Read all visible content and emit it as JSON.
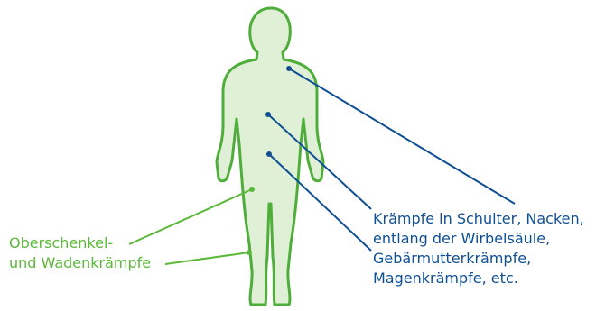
{
  "colors": {
    "figure_fill": "#dff0d6",
    "figure_outline": "#4fae3a",
    "accent_green": "#5cb83a",
    "accent_blue": "#0f4f93"
  },
  "labels": {
    "legs": {
      "line1": "Oberschenkel-",
      "line2": "und Wadenkrämpfe"
    },
    "torso": {
      "line1": "Krämpfe in Schulter, Nacken,",
      "line2": "entlang der Wirbelsäule,",
      "line3": "Gebärmutterkrämpfe,",
      "line4": "Magenkrämpfe, etc."
    }
  }
}
